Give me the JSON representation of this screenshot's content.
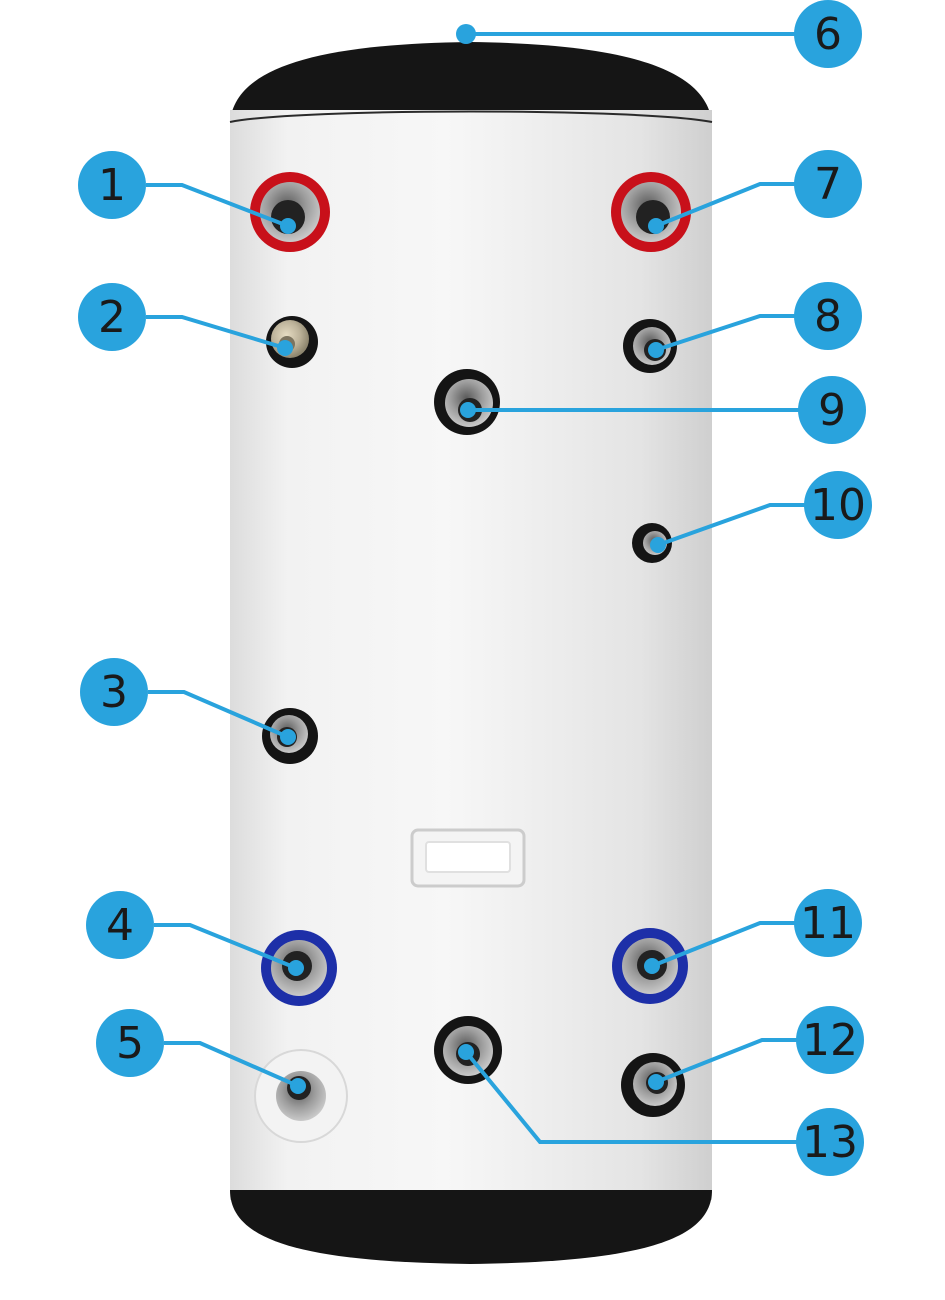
{
  "diagram": {
    "subject": "buffer tank connection diagram",
    "colors": {
      "callout": "#29a3dd",
      "label_text": "#1a1a1a",
      "tank_body": "#eeeeee",
      "tank_cap": "#151515",
      "hot_ring": "#c8101a",
      "cold_ring": "#1d2fa8",
      "white_ring": "#f2f2f2",
      "port_dark": "#141414",
      "port_metal": "#9a9a9a"
    },
    "ports": [
      {
        "id": 1,
        "label": "1",
        "ring": "hot"
      },
      {
        "id": 2,
        "label": "2",
        "ring": "sensor"
      },
      {
        "id": 3,
        "label": "3",
        "ring": "small"
      },
      {
        "id": 4,
        "label": "4",
        "ring": "cold"
      },
      {
        "id": 5,
        "label": "5",
        "ring": "white"
      },
      {
        "id": 6,
        "label": "6",
        "ring": "top"
      },
      {
        "id": 7,
        "label": "7",
        "ring": "hot"
      },
      {
        "id": 8,
        "label": "8",
        "ring": "small"
      },
      {
        "id": 9,
        "label": "9",
        "ring": "medium"
      },
      {
        "id": 10,
        "label": "10",
        "ring": "tiny"
      },
      {
        "id": 11,
        "label": "11",
        "ring": "cold"
      },
      {
        "id": 12,
        "label": "12",
        "ring": "small"
      },
      {
        "id": 13,
        "label": "13",
        "ring": "medium"
      }
    ]
  }
}
